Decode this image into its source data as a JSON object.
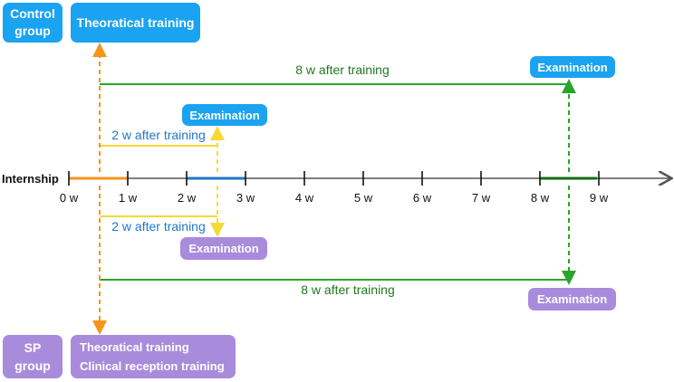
{
  "control": {
    "group_line1": "Control",
    "group_line2": "group",
    "training": "Theoratical training",
    "exam_2w": "Examination",
    "exam_8w": "Examination",
    "label_2w": "2 w after training",
    "label_8w": "8 w after training"
  },
  "sp": {
    "group_line1": "SP",
    "group_line2": "group",
    "training_line1": "Theoratical training",
    "training_line2": "Clinical reception training",
    "exam_2w": "Examination",
    "exam_8w": "Examination",
    "label_2w": "2 w after training",
    "label_8w": "8 w after training"
  },
  "timeline": {
    "label": "Internship",
    "ticks": [
      "0 w",
      "1 w",
      "2 w",
      "3 w",
      "4 w",
      "5 w",
      "6 w",
      "7 w",
      "8 w",
      "9 w"
    ]
  },
  "colors": {
    "blue": "#1aa3f0",
    "purple": "#a98bdc",
    "orange": "#f7941d",
    "yellow": "#f7d934",
    "green": "#2aa52a",
    "dark_green": "#176b17",
    "label_blue": "#1e78c8",
    "label_green": "#1f7a1f",
    "axis": "#555555"
  }
}
